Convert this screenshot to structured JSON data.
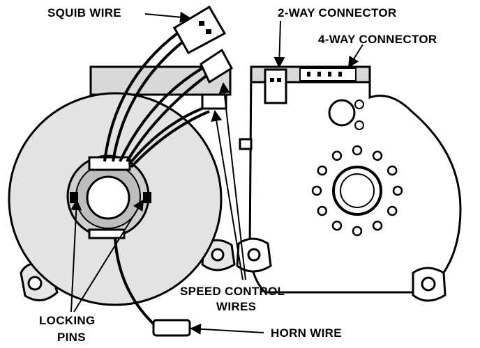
{
  "labels": {
    "squib_wire": "SQUIB WIRE",
    "two_way_connector": "2-WAY CONNECTOR",
    "four_way_connector": "4-WAY CONNECTOR",
    "speed_control_line1": "SPEED CONTROL",
    "speed_control_line2": "WIRES",
    "locking_line1": "LOCKING",
    "locking_line2": "PINS",
    "horn_wire": "HORN WIRE"
  },
  "colors": {
    "ink": "#000000",
    "paper": "#ffffff",
    "shade": "#cfcfcf"
  }
}
